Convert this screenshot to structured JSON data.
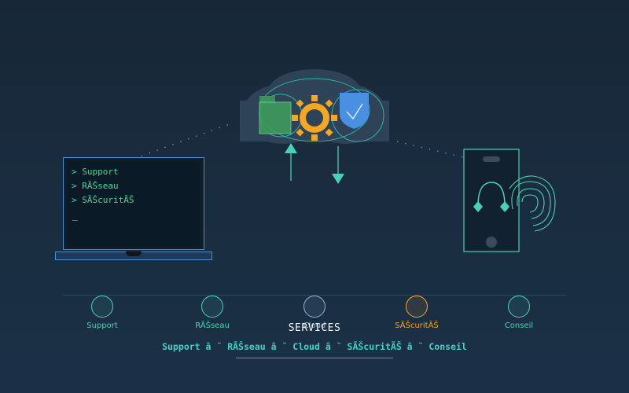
{
  "laptop": {
    "lines": [
      "> Support",
      "> RÃŠseau",
      "> SÃŠcuritÃŠ"
    ],
    "cursor": "_"
  },
  "nav": {
    "items": [
      {
        "label": "Support",
        "color": "#48d1b4"
      },
      {
        "label": "RÃŠseau",
        "color": "#48d1b4"
      },
      {
        "label": "Cloud",
        "color": "#8fb3d9"
      },
      {
        "label": "SÃŠcuritÃŠ",
        "color": "#f5a623"
      },
      {
        "label": "Conseil",
        "color": "#48d1b4"
      }
    ]
  },
  "services": {
    "title": "SERVICES",
    "flow": "Support â ˘ RÃŠseau â ˘ Cloud â ˘ SÃŠcuritÃŠ â ˘ Conseil"
  },
  "colors": {
    "accent": "#48d1b4",
    "gear": "#f5a623",
    "shield": "#4a90e2",
    "folder": "#3f9a5c"
  },
  "icons": [
    "folder-icon",
    "gear-icon",
    "shield-check-icon",
    "upload-arrow-icon",
    "download-arrow-icon",
    "fingerprint-icon",
    "smartphone-icon"
  ]
}
